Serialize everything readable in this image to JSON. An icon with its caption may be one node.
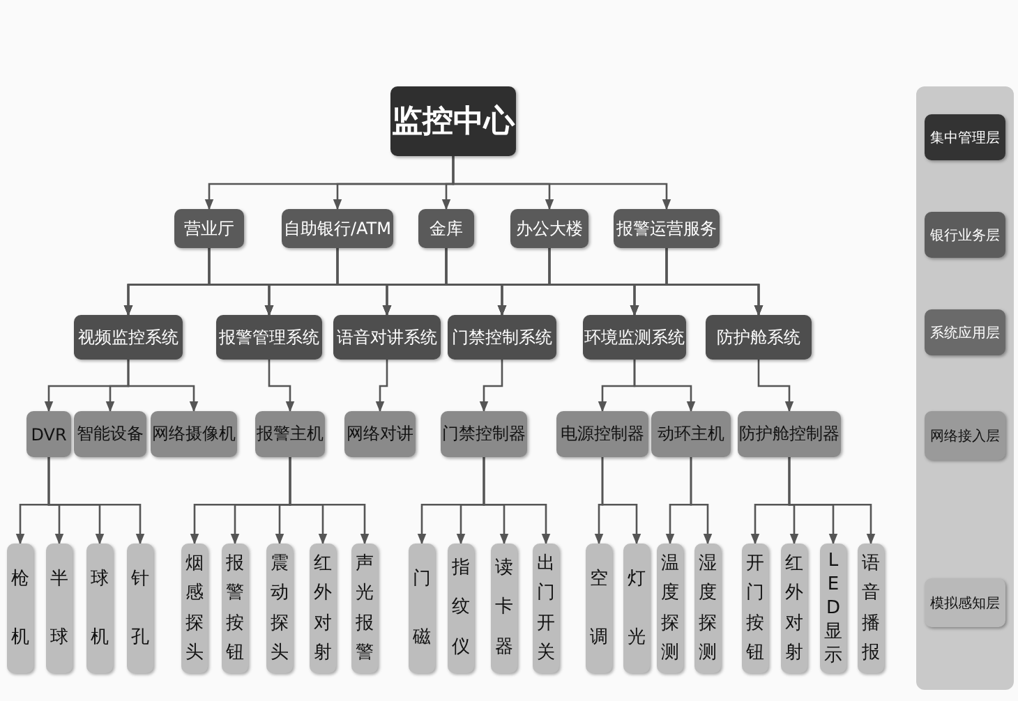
{
  "diagram": {
    "nodes": [
      {
        "text": [
          "监控中心"
        ]
      },
      {
        "text": [
          "营业厅"
        ]
      },
      {
        "text": [
          "自助银行/ATM"
        ]
      },
      {
        "text": [
          "金库"
        ]
      },
      {
        "text": [
          "办公大楼"
        ]
      },
      {
        "text": [
          "报警运营服务"
        ]
      },
      {
        "text": [
          "视频监控系统"
        ]
      },
      {
        "text": [
          "报警管理系统"
        ]
      },
      {
        "text": [
          "语音对讲系统"
        ]
      },
      {
        "text": [
          "门禁控制系统"
        ]
      },
      {
        "text": [
          "环境监测系统"
        ]
      },
      {
        "text": [
          "防护舱系统"
        ]
      },
      {
        "text": [
          "DVR"
        ]
      },
      {
        "text": [
          "智能设备"
        ]
      },
      {
        "text": [
          "网络摄像机"
        ]
      },
      {
        "text": [
          "报警主机"
        ]
      },
      {
        "text": [
          "网络对讲"
        ]
      },
      {
        "text": [
          "门禁控制器"
        ]
      },
      {
        "text": [
          "电源控制器"
        ]
      },
      {
        "text": [
          "动环主机"
        ]
      },
      {
        "text": [
          "防护舱控制器"
        ]
      },
      {
        "text": [
          "枪机"
        ]
      },
      {
        "text": [
          "半球"
        ]
      },
      {
        "text": [
          "球机"
        ]
      },
      {
        "text": [
          "针孔"
        ]
      },
      {
        "text": [
          "烟感探头"
        ]
      },
      {
        "text": [
          "报警按钮"
        ]
      },
      {
        "text": [
          "震动探头"
        ]
      },
      {
        "text": [
          "红外对射"
        ]
      },
      {
        "text": [
          "声光报警"
        ]
      },
      {
        "text": [
          "门磁"
        ]
      },
      {
        "text": [
          "指纹仪"
        ]
      },
      {
        "text": [
          "读卡器"
        ]
      },
      {
        "text": [
          "出门开关"
        ]
      },
      {
        "text": [
          "空调"
        ]
      },
      {
        "text": [
          "灯光"
        ]
      },
      {
        "text": [
          "温度探测"
        ]
      },
      {
        "text": [
          "湿度探测"
        ]
      },
      {
        "text": [
          "开门按钮"
        ]
      },
      {
        "text": [
          "红外对射"
        ]
      },
      {
        "text": [
          "LED显示"
        ]
      },
      {
        "text": [
          "语音播报"
        ]
      },
      {
        "text": [],
        "shape": "box"
      },
      {
        "text": [
          "集中管理层"
        ],
        "in": 42
      },
      {
        "text": [
          "银行业务层"
        ],
        "in": 42
      },
      {
        "text": [
          "系统应用层"
        ],
        "in": 42
      },
      {
        "text": [
          "网络接入层"
        ],
        "in": 42
      },
      {
        "text": [
          "模拟感知层"
        ],
        "in": 42
      }
    ],
    "edges": [
      {
        "from": 0,
        "to": 1,
        "arrow": "to"
      },
      {
        "from": 0,
        "to": 2,
        "arrow": "to"
      },
      {
        "from": 0,
        "to": 3,
        "arrow": "to"
      },
      {
        "from": 0,
        "to": 4,
        "arrow": "to"
      },
      {
        "from": 0,
        "to": 5,
        "arrow": "to"
      },
      {
        "from": 1,
        "to": 6,
        "arrow": "to"
      },
      {
        "from": 1,
        "to": 7,
        "arrow": "to"
      },
      {
        "from": 1,
        "to": 8,
        "arrow": "to"
      },
      {
        "from": 1,
        "to": 9,
        "arrow": "to"
      },
      {
        "from": 1,
        "to": 10,
        "arrow": "to"
      },
      {
        "from": 1,
        "to": 11,
        "arrow": "to"
      },
      {
        "from": 2,
        "to": 6,
        "arrow": "to"
      },
      {
        "from": 2,
        "to": 7,
        "arrow": "to"
      },
      {
        "from": 2,
        "to": 8,
        "arrow": "to"
      },
      {
        "from": 2,
        "to": 9,
        "arrow": "to"
      },
      {
        "from": 2,
        "to": 10,
        "arrow": "to"
      },
      {
        "from": 2,
        "to": 11,
        "arrow": "to"
      },
      {
        "from": 3,
        "to": 6,
        "arrow": "to"
      },
      {
        "from": 3,
        "to": 7,
        "arrow": "to"
      },
      {
        "from": 3,
        "to": 8,
        "arrow": "to"
      },
      {
        "from": 3,
        "to": 9,
        "arrow": "to"
      },
      {
        "from": 3,
        "to": 10,
        "arrow": "to"
      },
      {
        "from": 3,
        "to": 11,
        "arrow": "to"
      },
      {
        "from": 4,
        "to": 6,
        "arrow": "to"
      },
      {
        "from": 4,
        "to": 7,
        "arrow": "to"
      },
      {
        "from": 4,
        "to": 8,
        "arrow": "to"
      },
      {
        "from": 4,
        "to": 9,
        "arrow": "to"
      },
      {
        "from": 4,
        "to": 10,
        "arrow": "to"
      },
      {
        "from": 4,
        "to": 11,
        "arrow": "to"
      },
      {
        "from": 5,
        "to": 6,
        "arrow": "to"
      },
      {
        "from": 5,
        "to": 7,
        "arrow": "to"
      },
      {
        "from": 5,
        "to": 8,
        "arrow": "to"
      },
      {
        "from": 5,
        "to": 9,
        "arrow": "to"
      },
      {
        "from": 5,
        "to": 10,
        "arrow": "to"
      },
      {
        "from": 5,
        "to": 11,
        "arrow": "to"
      },
      {
        "from": 6,
        "to": 12,
        "arrow": "to"
      },
      {
        "from": 6,
        "to": 13,
        "arrow": "to"
      },
      {
        "from": 6,
        "to": 14,
        "arrow": "to"
      },
      {
        "from": 7,
        "to": 15,
        "arrow": "to"
      },
      {
        "from": 8,
        "to": 16,
        "arrow": "to"
      },
      {
        "from": 9,
        "to": 17,
        "arrow": "to"
      },
      {
        "from": 10,
        "to": 18,
        "arrow": "to"
      },
      {
        "from": 10,
        "to": 19,
        "arrow": "to"
      },
      {
        "from": 11,
        "to": 20,
        "arrow": "to"
      },
      {
        "from": 12,
        "to": 21,
        "arrow": "to"
      },
      {
        "from": 12,
        "to": 22,
        "arrow": "to"
      },
      {
        "from": 12,
        "to": 23,
        "arrow": "to"
      },
      {
        "from": 12,
        "to": 24,
        "arrow": "to"
      },
      {
        "from": 15,
        "to": 25,
        "arrow": "to"
      },
      {
        "from": 15,
        "to": 26,
        "arrow": "to"
      },
      {
        "from": 15,
        "to": 27,
        "arrow": "to"
      },
      {
        "from": 15,
        "to": 28,
        "arrow": "to"
      },
      {
        "from": 15,
        "to": 29,
        "arrow": "to"
      },
      {
        "from": 17,
        "to": 30,
        "arrow": "to"
      },
      {
        "from": 17,
        "to": 31,
        "arrow": "to"
      },
      {
        "from": 17,
        "to": 32,
        "arrow": "to"
      },
      {
        "from": 17,
        "to": 33,
        "arrow": "to"
      },
      {
        "from": 18,
        "to": 34,
        "arrow": "to"
      },
      {
        "from": 18,
        "to": 35,
        "arrow": "to"
      },
      {
        "from": 19,
        "to": 36,
        "arrow": "to"
      },
      {
        "from": 19,
        "to": 37,
        "arrow": "to"
      },
      {
        "from": 20,
        "to": 38,
        "arrow": "to"
      },
      {
        "from": 20,
        "to": 39,
        "arrow": "to"
      },
      {
        "from": 20,
        "to": 40,
        "arrow": "to"
      },
      {
        "from": 20,
        "to": 41,
        "arrow": "to"
      }
    ]
  }
}
